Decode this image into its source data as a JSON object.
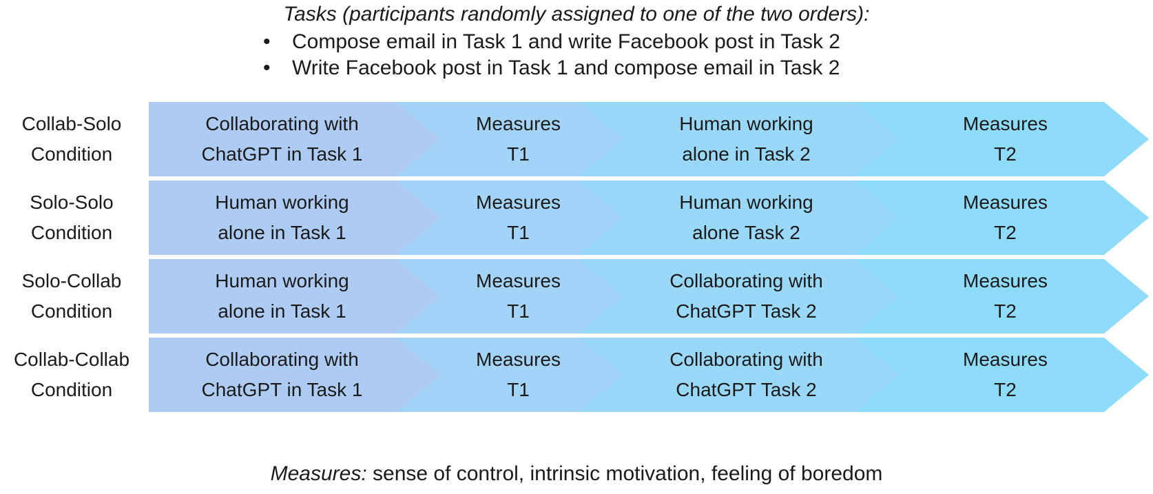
{
  "header": {
    "title": "Tasks (participants randomly assigned to one of the two orders):",
    "bullets": [
      "Compose email in Task 1 and write Facebook post in Task 2",
      "Write Facebook post in Task 1 and compose email in Task 2"
    ],
    "bullet_glyph": "•"
  },
  "rows": [
    {
      "label_line1": "Collab-Solo",
      "label_line2": "Condition",
      "steps": [
        {
          "line1": "Collaborating with",
          "line2": "ChatGPT in Task 1"
        },
        {
          "line1": "Measures",
          "line2": "T1"
        },
        {
          "line1": "Human working",
          "line2": "alone in Task 2"
        },
        {
          "line1": "Measures",
          "line2": "T2"
        }
      ]
    },
    {
      "label_line1": "Solo-Solo",
      "label_line2": "Condition",
      "steps": [
        {
          "line1": "Human working",
          "line2": "alone in Task 1"
        },
        {
          "line1": "Measures",
          "line2": "T1"
        },
        {
          "line1": "Human working",
          "line2": "alone Task 2"
        },
        {
          "line1": "Measures",
          "line2": "T2"
        }
      ]
    },
    {
      "label_line1": "Solo-Collab",
      "label_line2": "Condition",
      "steps": [
        {
          "line1": "Human working",
          "line2": "alone in Task 1"
        },
        {
          "line1": "Measures",
          "line2": "T1"
        },
        {
          "line1": "Collaborating with",
          "line2": "ChatGPT Task 2"
        },
        {
          "line1": "Measures",
          "line2": "T2"
        }
      ]
    },
    {
      "label_line1": "Collab-Collab",
      "label_line2": "Condition",
      "steps": [
        {
          "line1": "Collaborating with",
          "line2": "ChatGPT in Task 1"
        },
        {
          "line1": "Measures",
          "line2": "T1"
        },
        {
          "line1": "Collaborating with",
          "line2": "ChatGPT Task 2"
        },
        {
          "line1": "Measures",
          "line2": "T2"
        }
      ]
    }
  ],
  "footer": {
    "label": "Measures:",
    "text": " sense of control, intrinsic motivation,  feeling of boredom"
  },
  "colors": {
    "step1": "#aecbf3",
    "step2": "#a3d4f7",
    "step3": "#99d8f8",
    "step4": "#8edbfb"
  }
}
